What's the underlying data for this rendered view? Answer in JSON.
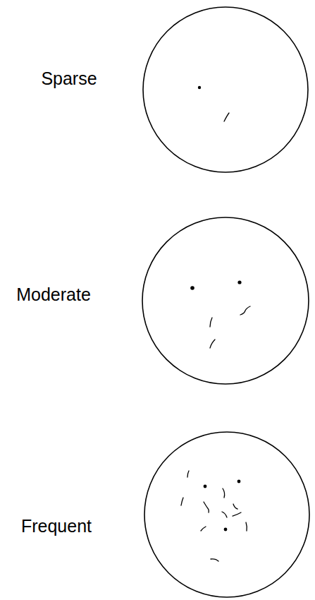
{
  "diagram": {
    "labels": [
      "Sparse",
      "Moderate",
      "Frequent"
    ]
  }
}
